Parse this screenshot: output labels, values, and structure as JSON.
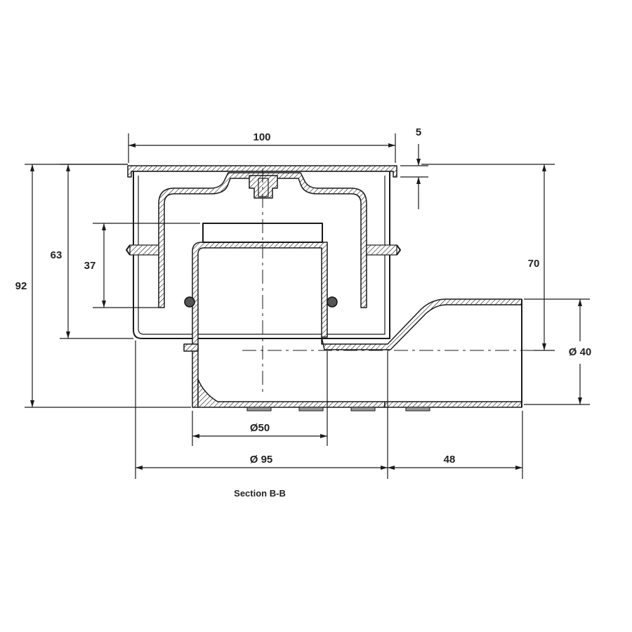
{
  "drawing": {
    "caption": "Section B-B",
    "dimensions": {
      "top_width": "100",
      "grate_thickness": "5",
      "total_height": "92",
      "height_63": "63",
      "height_37": "37",
      "height_70": "70",
      "outlet_diameter": "Ø 40",
      "inner_diameter": "Ø50",
      "body_diameter": "Ø 95",
      "outlet_length": "48"
    }
  }
}
